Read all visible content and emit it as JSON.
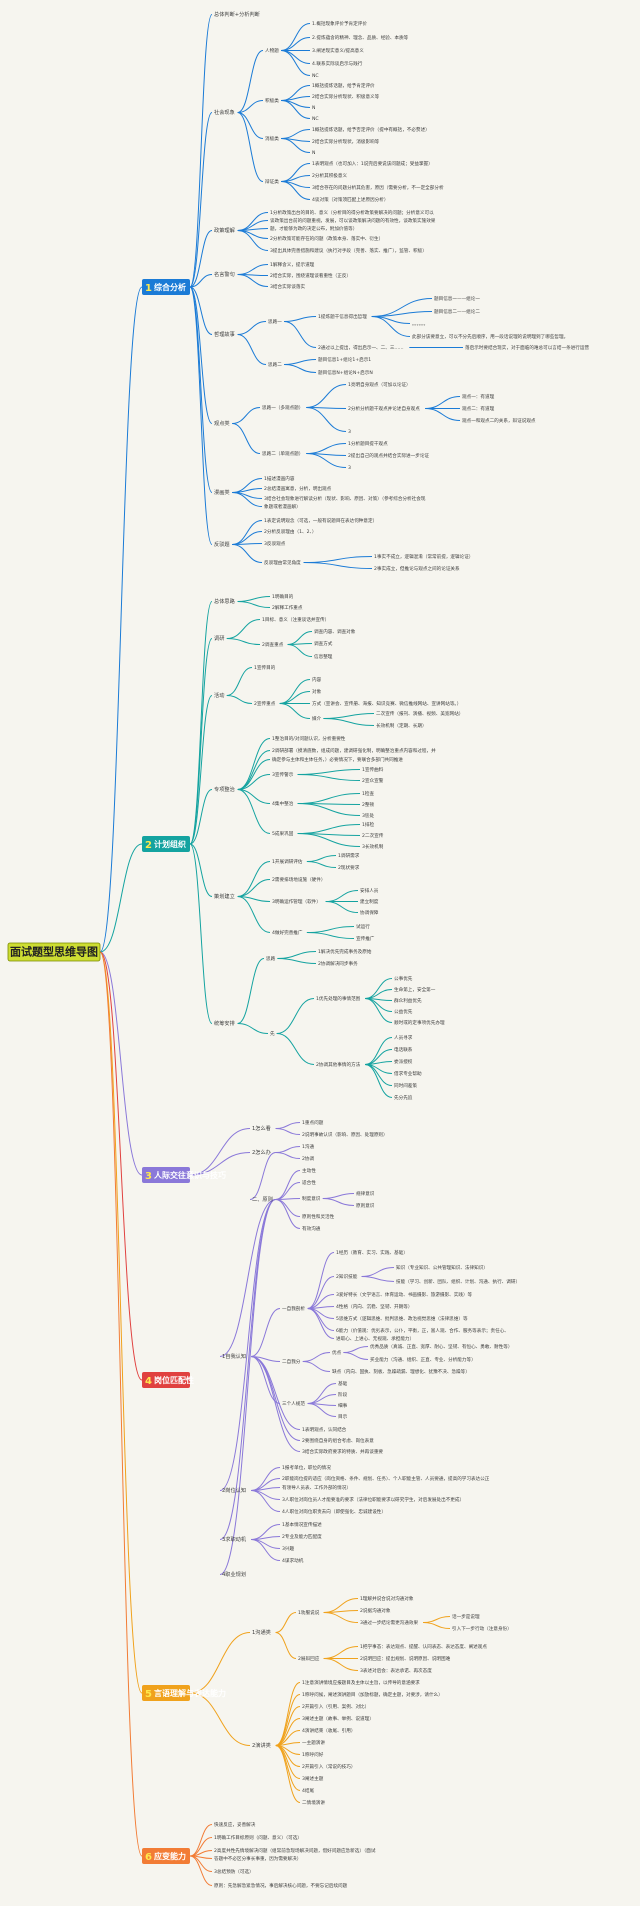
{
  "root": {
    "label": "面试题型思维导图"
  },
  "branches": [
    {
      "num": "1",
      "label": "综合分析",
      "color": "#1b7bd6"
    },
    {
      "num": "2",
      "label": "计划组织",
      "color": "#14a3a0"
    },
    {
      "num": "3",
      "label": "人际交往意识与技巧",
      "color": "#8a78d9"
    },
    {
      "num": "4",
      "label": "岗位匹配性",
      "color": "#e0413f"
    },
    {
      "num": "5",
      "label": "言语理解与表达能力",
      "color": "#f0a21c"
    },
    {
      "num": "6",
      "label": "应变能力",
      "color": "#f27c35"
    }
  ],
  "texts": {
    "a1": "总体判断+分析判断",
    "a2": "社会现象",
    "a3": "人物题",
    "a3a": "1.概括现象评价予肯定评价",
    "a3b": "2.提炼蕴含的精神、理念、品质、经验、本质等",
    "a3c": "3.阐述现实意义/提高意义",
    "a3d": "4.联系实际谈启示与践行",
    "a3e": "NC",
    "a4": "积极类",
    "a4a": "1概括提炼话题，给予肯定评价",
    "a4b": "2结合实际分析现状、积极意义等",
    "a4c": "N",
    "a4d": "NC",
    "a5": "消极类",
    "a5a": "1概括提炼话题，给予否定评价（提中有概括，不必赘述）",
    "a5b": "2结合实际分析现状，消极影响等",
    "a5c": "N",
    "a6": "辩证类",
    "a6a": "1表明观点（也可加入：1说完后要说该问题成；受益掌握）",
    "a6b": "2分析其积极意义",
    "a6c": "3结合存在的问题分析其危害，原因（需要分析，不一定全部分析",
    "a6d": "4谈对策（对策须匹配上述原因分析）",
    "a7": "政策理解",
    "a7a": "1分析政策出台的目的、意义（分析目的得分析政策要解决的问题；分析意义可以",
    "a7b": "谈政策出台前的问题重视，发展，可以谈政策解决问题的有效性，谈政策实施效果",
    "a7c": "题，才能够为政的决定公布，附加价值等）",
    "a7d": "2分析政策可能存在的问题（政策本身、落实中、衍生）",
    "a7e": "3提出具体完善措施和建议（执行对手段（完善、落实、推广），监管、积极）",
    "a8": "名言警句",
    "a8a": "1解释含义，提示道理",
    "a8b": "2结合实际，围绕道理谈看重性（正反）",
    "a8c": "3结合实际谈落实",
    "a9": "哲理故事",
    "a9a": "思路一",
    "a9b": "1提炼题干信息得出哲理",
    "a9c": "题目信息一——组论一",
    "a9d": "题目信息二——组论二",
    "a9e": "。。。。。。",
    "a9f": "此部分该要意立，可以不分先后顺序，用一段话说理的说明理到了哪些哲理。",
    "a9g": "2通过以上提出，得出启示一、二、三……",
    "a9h": "落启示时要结合现实，对于面临的难总可以言结一条进行运营",
    "a9i": "思路二",
    "a9j": "题目信息1+组论1+启示1",
    "a9k": "题目信息N+组论N+启示N",
    "a10": "观点类",
    "a10a": "思路一（多观点题）",
    "a10b": "1亮明自身观点（可加以论证）",
    "a10c": "2分析分析题干观点并论述自身观点",
    "a10d": "观点一：有道理",
    "a10e": "观点二：有道理",
    "a10f": "观点一和观点二的关系，辩证说观点",
    "a10g": "3",
    "a10h": "思路二（单观点题）",
    "a10i": "1分析题目提干观点",
    "a10j": "2提出自己的观点并结合实际进一步论证",
    "a10k": "3",
    "a11": "漫画类",
    "a11a": "1描述漫画内容",
    "a11b": "2总结漫画寓意，分析，明出观点",
    "a11c": "3结合社会现象进行解读分析（现状、影响、原因、对策）（参考综合分析社会现",
    "a11d": "象题或者漫画解）",
    "a12": "反驳题",
    "a12a": "1表定说明观念（可选，一般有说题目在表达何种意定）",
    "a12b": "2分析反驳理由（1、2、）",
    "a12c": "3反驳观点",
    "a12d": "反驳理由常见角度",
    "a12e": "1事实不成立，逻辑混淆（常常前提，逻辑论证）",
    "a12f": "2事实成立，但推论与观点之间的论证关系",
    "b1": "总体思路",
    "b1a": "1明确目的",
    "b1b": "2解释工作重点",
    "b2": "调研",
    "b2a": "1目标、意义（注重谈话并宣传）",
    "b2b": "2调查重点",
    "b2c": "调查内容、调查对象",
    "b2d": "调查方式",
    "b2e": "信息整理",
    "b3": "活动",
    "b3a": "1宣传目的",
    "b3b": "2宣传重点",
    "b3c": "内容",
    "b3d": "对象",
    "b3e": "方式（宣讲会、宣传册、海报、知识竞赛、微信推线网站、宣讲网站等。）",
    "b3f": "媒介",
    "b3g": "二次宣传（报刊、演播、视频、美宽网站）",
    "b3h": "长效机制（定期、长期）",
    "b4": "专项整治",
    "b4a": "1整治目的/对问题认识，分析重要性",
    "b4b": "2调研部署（摸清底数，组成问题，建调研强化制，明确整治重点内容和过程，并",
    "b4c": "确定参与主体和主体任务，）必要情况下，要联合多部门共同推进",
    "b4d": "3宣传警示",
    "b4e": "1宣传曲料",
    "b4f": "2宣众宣警",
    "b4g": "4集中整治",
    "b4h": "1检查",
    "b4i": "2整顿",
    "b4j": "3惩处",
    "b4k": "5成果巩固",
    "b4l": "1排检",
    "b4m": "2二次宣传",
    "b4n": "3长效机制",
    "b5": "策划建立",
    "b5a": "1开展调研评估",
    "b5b": "1调研需求",
    "b5c": "2现状要求",
    "b5d": "2需要排场地设施（硬件）",
    "b5e": "3明确运作管理（软件）",
    "b5f": "安排人员",
    "b5g": "建立制度",
    "b5h": "协调保障",
    "b5i": "4做好完善推广",
    "b5j": "试运行",
    "b5k": "宣传推广",
    "b6": "统筹安排",
    "b6a": "思路",
    "b6b": "1解决优先完成事务及原始",
    "b6c": "2协调解决同步事务",
    "b6d": "先",
    "b6e": "1优先处理的事情范围",
    "b6f": "公事优先",
    "b6g": "生命第上，安全第一",
    "b6h": "群众利益优先",
    "b6i": "公益优先",
    "b6j": "顺时或的定事项优先办理",
    "b6k": "2协调其他事情的方法",
    "b6l": "人员寻求",
    "b6m": "电话联系",
    "b6n": "委派授权",
    "b6o": "借求专业帮助",
    "b6p": "同时间差策",
    "b6q": "先分先追",
    "c1": "1怎么看",
    "c1a": "1重点问题",
    "c1b": "2说明事故认识（影响、原因、处理原则）",
    "c2": "2怎么办",
    "c2a": "1沟通",
    "c2b": "2协调",
    "c3": "二、原则",
    "c3a": "主动性",
    "c3b": "适合性",
    "c3c": "制度意识",
    "c3d": "规律意识",
    "c3e": "原则意识",
    "c3f": "原则性和灵活性",
    "c3g": "有效沟通",
    "d1": "1自我认知",
    "d1a": "一自我剖析",
    "d1b": "1经历（教育、实习、实践、基础）",
    "d1c": "2知识技能",
    "d1d": "知识（专业知识、公共管理知识、法律知识）",
    "d1e": "技能（学习、创新、团队、组织、计划、沟通、执行、调研）",
    "d1f": "3爱好特长（文学语言、体育运动、书画摄影、旅游摄影、实践）等",
    "d1g": "4性格（内向、沉稳、坚韧、开朗等）",
    "d1h": "5思维方式（逻辑思维、批判思维、政治视觉思维（法律思维）等",
    "d1i": "6能力（价值观：优劣表示，公仆，平衡，正，富人观、合作、服务等表示；责任心、",
    "d1j": "进取心、上进心、无视观、承担能力）",
    "d1k": "二自我分",
    "d1l": "优点",
    "d1m": "优秀品质（真诚、正直、宽厚、耐心、坚韧、有恒心、勇敢、耐性等）",
    "d1n": "买业能力（沟通、组织、正直、专业、分析能力等）",
    "d1o": "缺点（内向、固执、刻板、急躁疏漏、理想化、犹豫不决、急躁等）",
    "d1p": "三个人规范",
    "d1q": "基础",
    "d1r": "阶段",
    "d1s": "细事",
    "d1t": "目示",
    "d1u": "1表明观点，认同结合",
    "d1v": "2要围绕自身的组合考虑、岗位表意",
    "d1w": "3结合实际政府要求的特质、并再谈重要",
    "d2": "2岗位认知",
    "d2a": "1报考单位，职位的情况",
    "d2b": "2职能岗位提的适应（岗位资格、条件、规划、任务）、个人职能主管、人员要通，提高的学习表达公正",
    "d2c": "有领导人员表、工作外部的情况）",
    "d2d": "3人职位对岗位员人才能要准的要求（法律位职能要求以研究学生，对后发展处出不更成）",
    "d2e": "4人职位对岗位职责去向（即使强化、忠诚建设性）",
    "d3": "3求职动机",
    "d3a": "1基本情况宣传描述",
    "d3b": "2专业及能力匹配度",
    "d3c": "3兴趣",
    "d3d": "4谋求动机",
    "d4": "4职业规划",
    "e1": "1沟通类",
    "e1a": "1劝服说说",
    "e1b": "1理解并说合说对沟通对象",
    "e1c": "2说据沟通对象",
    "e1d": "3通过一步结论需更沟通效果",
    "e1e": "话一步是说理",
    "e1f": "引入下一步行动（注意身份）",
    "e1g": "2展辩回应",
    "e1h": "1把学事态：表达观点、提醒、认同表态、表达态度、阐述观点",
    "e1i": "2说明回应：提出规划、说明原因、说明困难",
    "e1j": "3表述对后会：表达承诺、再次态度",
    "e2": "2演讲类",
    "e2a": "1注意演讲情境应报题目及主体以主旨，以传导的意涵要求",
    "e2b": "1称呼问候，阐述演讲题目（加放标题，确定主题，对要涉，请什么）",
    "e2c": "2开篇引入（引用、案例、对比）",
    "e2d": "3阐述主题（故事、举例、说道理）",
    "e2e": "4演讲结束（收尾、引用）",
    "e2f": "一主题演讲",
    "e2g": "1称呼问好",
    "e2h": "2开篇引入（常说的技巧）",
    "e2i": "3阐述主题",
    "e2j": "4结尾",
    "e2k": "二情境演讲",
    "f1": "快速反应，妥善解决",
    "f2": "1明确工作目标原则（问题、意义）（可选）",
    "f3": "2高度共性先情境解决问题（组常前急现场解决问题，借好问题应急新选）（面试",
    "f4": "答题中不必区分事长事重，因为需要解决）",
    "f5": "3总结预防（可选）",
    "f6": "原则：先急解急紧急情况，事后解决核心问题，不要忘记后续问题"
  }
}
